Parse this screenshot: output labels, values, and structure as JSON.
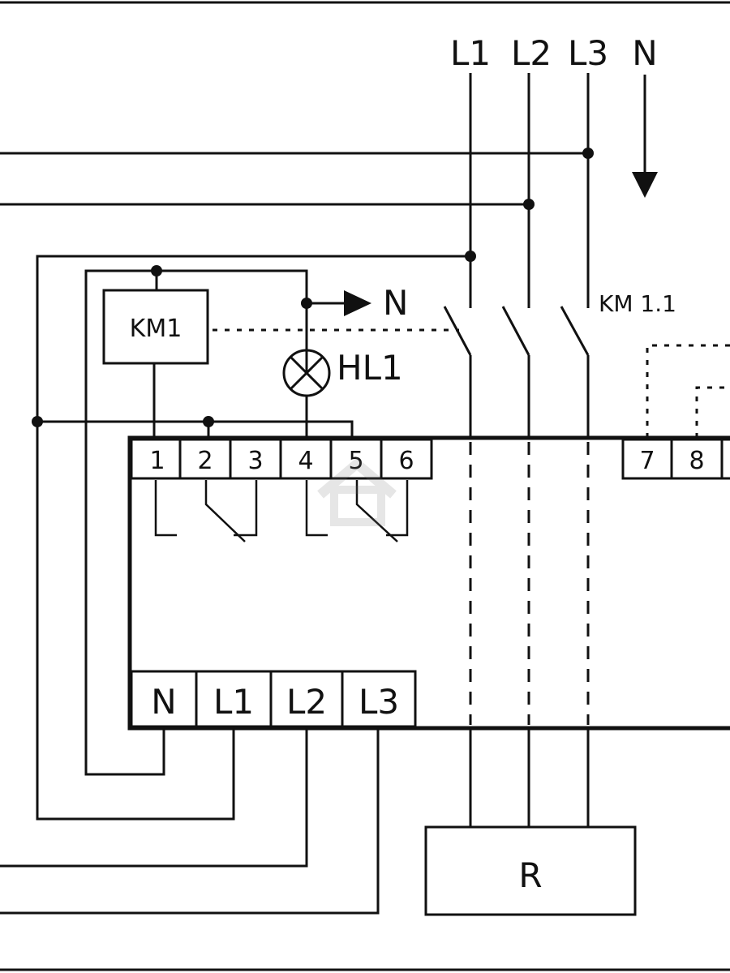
{
  "supply": {
    "l1": "L1",
    "l2": "L2",
    "l3": "L3",
    "n": "N"
  },
  "contactor_coil": "KM1",
  "contactor_contacts": "KM 1.1",
  "lamp": "HL1",
  "neutral_tap": "N",
  "load": "R",
  "relay_top_terminals": [
    "1",
    "2",
    "3",
    "4",
    "5",
    "6",
    "7",
    "8"
  ],
  "relay_bottom_terminals": [
    "N",
    "L1",
    "L2",
    "L3"
  ]
}
